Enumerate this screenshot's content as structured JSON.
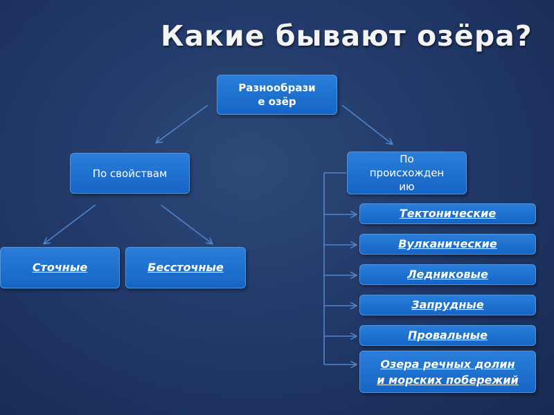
{
  "title": "Какие бывают озёра?",
  "colors": {
    "background": "#22396a",
    "box_fill": "#1f73d0",
    "box_border": "#4f95e0",
    "arrow": "#4f86cf",
    "text": "#ffffff"
  },
  "diagram": {
    "root": {
      "line1": "Разнообрази",
      "line2": "е озёр"
    },
    "by_properties": {
      "label": "По свойствам",
      "children": [
        "Сточные",
        "Бессточные"
      ]
    },
    "by_origin": {
      "line1": "По",
      "line2": "происхожден",
      "line3": "ию",
      "children": [
        {
          "line1": "Тектонические"
        },
        {
          "line1": "Вулканические"
        },
        {
          "line1": "Ледниковые"
        },
        {
          "line1": "Запрудные"
        },
        {
          "line1": "Провальные"
        },
        {
          "line1": "Озера речных долин",
          "line2": "и морских побережий"
        }
      ]
    }
  }
}
